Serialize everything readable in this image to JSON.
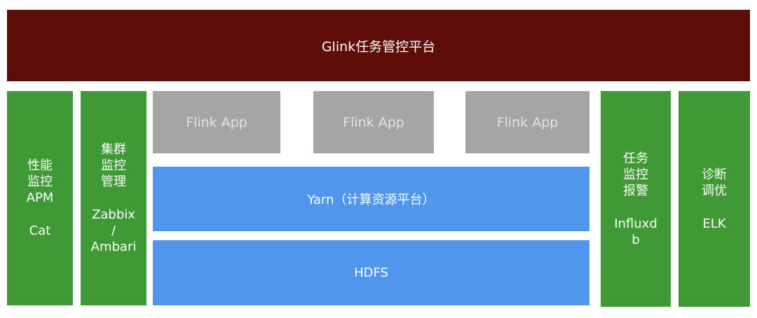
{
  "title": "Glink任务管控平台",
  "colors": {
    "platform": "#5d0e08",
    "monitor": "#3f9a35",
    "app": "#a5a5a5",
    "infra": "#5096ec"
  },
  "left_modules": [
    {
      "lines": [
        "性能",
        "监控",
        "APM"
      ],
      "tool_lines": [
        "Cat"
      ]
    },
    {
      "lines": [
        "集群",
        "监控",
        "管理"
      ],
      "tool_lines": [
        "Zabbix",
        "/",
        "Ambari"
      ]
    }
  ],
  "apps": [
    "Flink App",
    "Flink App",
    "Flink App"
  ],
  "resource_layer": "Yarn（计算资源平台）",
  "storage_layer": "HDFS",
  "right_modules": [
    {
      "lines": [
        "任务",
        "监控",
        "报警"
      ],
      "tool_lines": [
        "Influxd",
        "b"
      ]
    },
    {
      "lines": [
        "诊断",
        "调优"
      ],
      "tool_lines": [
        "ELK"
      ]
    }
  ]
}
